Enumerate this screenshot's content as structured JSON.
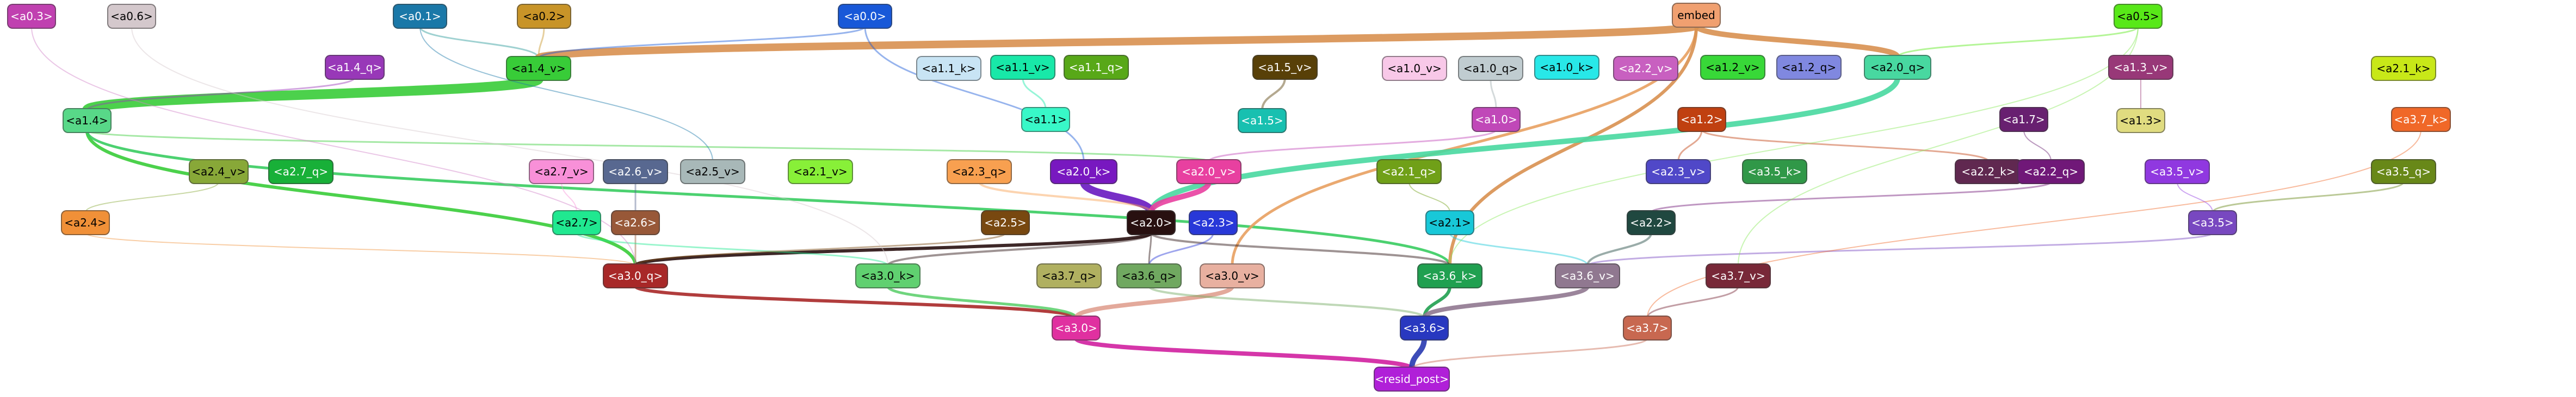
{
  "nodes": [
    {
      "id": "a0_3",
      "label": "<a0.3>",
      "color": "#c040b0"
    },
    {
      "id": "a0_6",
      "label": "<a0.6>",
      "color": "#d4c8cc"
    },
    {
      "id": "a0_1",
      "label": "<a0.1>",
      "color": "#1a78a8"
    },
    {
      "id": "a0_2",
      "label": "<a0.2>",
      "color": "#c89428"
    },
    {
      "id": "a0_0",
      "label": "<a0.0>",
      "color": "#1858d8"
    },
    {
      "id": "embed",
      "label": "embed",
      "color": "#f0a070"
    },
    {
      "id": "a0_5",
      "label": "<a0.5>",
      "color": "#58e818"
    },
    {
      "id": "a1_4_q",
      "label": "<a1.4_q>",
      "color": "#9838b8"
    },
    {
      "id": "a1_4_v",
      "label": "<a1.4_v>",
      "color": "#38cc38"
    },
    {
      "id": "a1_1_k",
      "label": "<a1.1_k>",
      "color": "#c8e4f4"
    },
    {
      "id": "a1_1_v",
      "label": "<a1.1_v>",
      "color": "#18e8a8"
    },
    {
      "id": "a1_1_q",
      "label": "<a1.1_q>",
      "color": "#58a818"
    },
    {
      "id": "a1_5_v",
      "label": "<a1.5_v>",
      "color": "#584008"
    },
    {
      "id": "a1_0_v",
      "label": "<a1.0_v>",
      "color": "#f8c8e8"
    },
    {
      "id": "a1_0_q",
      "label": "<a1.0_q>",
      "color": "#c0ccd0"
    },
    {
      "id": "a1_0_k",
      "label": "<a1.0_k>",
      "color": "#28e8e8"
    },
    {
      "id": "a2_2_v",
      "label": "<a2.2_v>",
      "color": "#c860c0"
    },
    {
      "id": "a1_2_v",
      "label": "<a1.2_v>",
      "color": "#38d838"
    },
    {
      "id": "a1_2_q",
      "label": "<a1.2_q>",
      "color": "#8088e0"
    },
    {
      "id": "a2_0_q",
      "label": "<a2.0_q>",
      "color": "#48d8a0"
    },
    {
      "id": "a1_3_v",
      "label": "<a1.3_v>",
      "color": "#983878"
    },
    {
      "id": "a2_1_k",
      "label": "<a2.1_k>",
      "color": "#c8e818"
    },
    {
      "id": "a1_4",
      "label": "<a1.4>",
      "color": "#58d888"
    },
    {
      "id": "a1_1",
      "label": "<a1.1>",
      "color": "#38f8c8"
    },
    {
      "id": "a1_5",
      "label": "<a1.5>",
      "color": "#18c0b0"
    },
    {
      "id": "a1_0",
      "label": "<a1.0>",
      "color": "#c048b8"
    },
    {
      "id": "a1_2",
      "label": "<a1.2>",
      "color": "#c04010"
    },
    {
      "id": "a1_7",
      "label": "<a1.7>",
      "color": "#682070"
    },
    {
      "id": "a1_3",
      "label": "<a1.3>",
      "color": "#e0dc80"
    },
    {
      "id": "a3_7_k",
      "label": "<a3.7_k>",
      "color": "#f06828"
    },
    {
      "id": "a2_4_v",
      "label": "<a2.4_v>",
      "color": "#88a838"
    },
    {
      "id": "a2_7_q",
      "label": "<a2.7_q>",
      "color": "#18b038"
    },
    {
      "id": "a2_7_v",
      "label": "<a2.7_v>",
      "color": "#f890d8"
    },
    {
      "id": "a2_6_v",
      "label": "<a2.6_v>",
      "color": "#586890"
    },
    {
      "id": "a2_5_v",
      "label": "<a2.5_v>",
      "color": "#a8b8b8"
    },
    {
      "id": "a2_1_v",
      "label": "<a2.1_v>",
      "color": "#88f038"
    },
    {
      "id": "a2_3_q",
      "label": "<a2.3_q>",
      "color": "#f8a050"
    },
    {
      "id": "a2_0_k",
      "label": "<a2.0_k>",
      "color": "#7818c0"
    },
    {
      "id": "a2_0_v",
      "label": "<a2.0_v>",
      "color": "#e840a0"
    },
    {
      "id": "a2_1_q",
      "label": "<a2.1_q>",
      "color": "#70a018"
    },
    {
      "id": "a2_3_v",
      "label": "<a2.3_v>",
      "color": "#5048c8"
    },
    {
      "id": "a3_5_k",
      "label": "<a3.5_k>",
      "color": "#309848"
    },
    {
      "id": "a2_2_k",
      "label": "<a2.2_k>",
      "color": "#602850"
    },
    {
      "id": "a2_2_q",
      "label": "<a2.2_q>",
      "color": "#701878"
    },
    {
      "id": "a3_5_v",
      "label": "<a3.5_v>",
      "color": "#9038e0"
    },
    {
      "id": "a3_5_q",
      "label": "<a3.5_q>",
      "color": "#688818"
    },
    {
      "id": "a2_4",
      "label": "<a2.4>",
      "color": "#f09038"
    },
    {
      "id": "a2_7",
      "label": "<a2.7>",
      "color": "#20e890"
    },
    {
      "id": "a2_6",
      "label": "<a2.6>",
      "color": "#985838"
    },
    {
      "id": "a2_5",
      "label": "<a2.5>",
      "color": "#784810"
    },
    {
      "id": "a2_0",
      "label": "<a2.0>",
      "color": "#281010"
    },
    {
      "id": "a2_3",
      "label": "<a2.3>",
      "color": "#2838d8"
    },
    {
      "id": "a2_1",
      "label": "<a2.1>",
      "color": "#18c8d8"
    },
    {
      "id": "a2_2",
      "label": "<a2.2>",
      "color": "#204840"
    },
    {
      "id": "a3_5",
      "label": "<a3.5>",
      "color": "#7848c0"
    },
    {
      "id": "a3_0_q",
      "label": "<a3.0_q>",
      "color": "#a82828"
    },
    {
      "id": "a3_0_k",
      "label": "<a3.0_k>",
      "color": "#60d070"
    },
    {
      "id": "a3_7_q",
      "label": "<a3.7_q>",
      "color": "#b0b060"
    },
    {
      "id": "a3_6_q",
      "label": "<a3.6_q>",
      "color": "#70a860"
    },
    {
      "id": "a3_0_v",
      "label": "<a3.0_v>",
      "color": "#e8b0a0"
    },
    {
      "id": "a3_6_k",
      "label": "<a3.6_k>",
      "color": "#20a050"
    },
    {
      "id": "a3_6_v",
      "label": "<a3.6_v>",
      "color": "#907890"
    },
    {
      "id": "a3_7_v",
      "label": "<a3.7_v>",
      "color": "#782838"
    },
    {
      "id": "a3_0",
      "label": "<a3.0>",
      "color": "#e030a0"
    },
    {
      "id": "a3_6",
      "label": "<a3.6>",
      "color": "#2838c0"
    },
    {
      "id": "a3_7",
      "label": "<a3.7>",
      "color": "#c86850"
    },
    {
      "id": "resid_post",
      "label": "<resid_post>",
      "color": "#b020d8"
    }
  ]
}
